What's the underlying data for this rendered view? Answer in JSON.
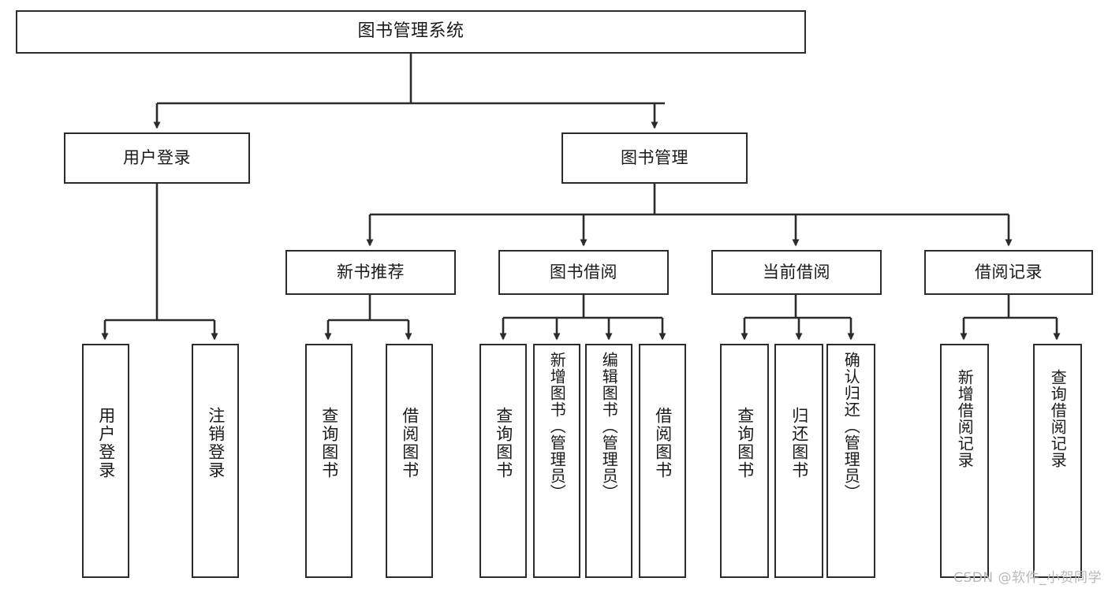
{
  "diagram": {
    "title": "图书管理系统",
    "type": "tree-hierarchy",
    "watermark": "CSDN @软件_小贺同学",
    "colors": {
      "box_border": "#2b2b2b",
      "box_fill": "#ffffff",
      "edge": "#2b2b2b",
      "text": "#1a1a1a",
      "watermark": "#b8b8b8",
      "background": "#ffffff"
    },
    "nodes": {
      "root": {
        "label": "图书管理系统"
      },
      "level2": [
        {
          "label": "用户登录"
        },
        {
          "label": "图书管理"
        }
      ],
      "level3": [
        {
          "label": "新书推荐"
        },
        {
          "label": "图书借阅"
        },
        {
          "label": "当前借阅"
        },
        {
          "label": "借阅记录"
        }
      ],
      "leaves": {
        "user_login": [
          {
            "label": "用户登录"
          },
          {
            "label": "注销登录"
          }
        ],
        "new_book_recommend": [
          {
            "label": "查询图书"
          },
          {
            "label": "借阅图书"
          }
        ],
        "book_borrow": [
          {
            "label": "查询图书"
          },
          {
            "label": "新增图书（管理员）"
          },
          {
            "label": "编辑图书（管理员）"
          },
          {
            "label": "借阅图书"
          }
        ],
        "current_borrow": [
          {
            "label": "查询图书"
          },
          {
            "label": "归还图书"
          },
          {
            "label": "确认归还（管理员）"
          }
        ],
        "borrow_record": [
          {
            "label": "新增借阅记录"
          },
          {
            "label": "查询借阅记录"
          }
        ]
      }
    }
  }
}
